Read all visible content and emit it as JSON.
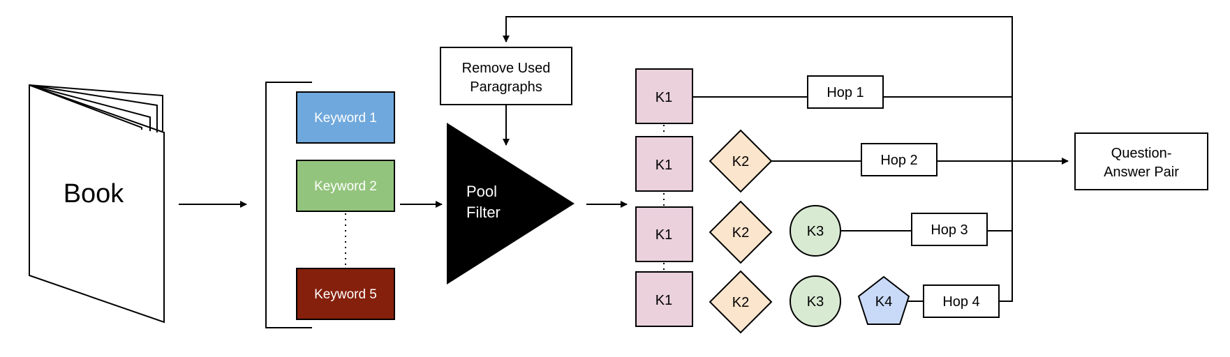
{
  "book": {
    "label": "Book"
  },
  "keywords": [
    {
      "label": "Keyword 1",
      "color": "#6fa8dc"
    },
    {
      "label": "Keyword 2",
      "color": "#93c47d"
    },
    {
      "label": "Keyword 5",
      "color": "#85200c"
    }
  ],
  "pool_filter": {
    "line1": "Pool",
    "line2": "Filter"
  },
  "remove_used": {
    "line1": "Remove Used",
    "line2": "Paragraphs"
  },
  "nodes": {
    "k1": {
      "label": "K1",
      "color": "#ead1dc"
    },
    "k2": {
      "label": "K2",
      "color": "#fce5cd"
    },
    "k3": {
      "label": "K3",
      "color": "#d9ead3"
    },
    "k4": {
      "label": "K4",
      "color": "#c9daf8"
    }
  },
  "hops": [
    "Hop 1",
    "Hop 2",
    "Hop 3",
    "Hop 4"
  ],
  "output": {
    "line1": "Question-",
    "line2": "Answer Pair"
  }
}
